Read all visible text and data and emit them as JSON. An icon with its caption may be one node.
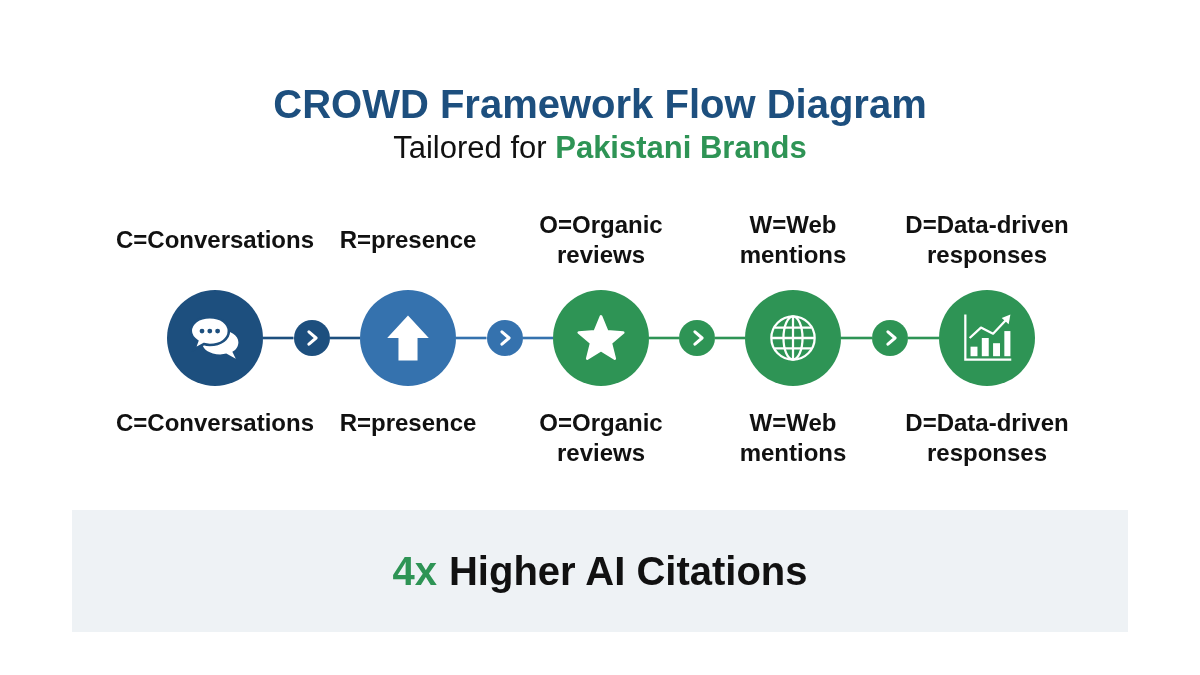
{
  "diagram": {
    "title": "CROWD Framework Flow Diagram",
    "nodes": [
      {
        "text": [],
        "shape": "circle",
        "beside": [
          "C=Conversations",
          "C=Conversations"
        ]
      },
      {
        "text": [],
        "shape": "circle"
      },
      {
        "text": [],
        "shape": "circle",
        "beside": [
          "R=presence",
          "R=presence"
        ]
      },
      {
        "text": [],
        "shape": "circle"
      },
      {
        "text": [],
        "shape": "circle",
        "beside": [
          "O=Organic reviews",
          "O=Organic reviews"
        ]
      },
      {
        "text": [],
        "shape": "circle"
      },
      {
        "text": [],
        "shape": "circle",
        "beside": [
          "W=Web mentions",
          "W=Web mentions"
        ]
      },
      {
        "text": [],
        "shape": "circle"
      },
      {
        "text": [],
        "shape": "circle",
        "beside": [
          "D=Data-driven responses",
          "D=Data-driven responses"
        ]
      },
      {
        "text": [
          "4x",
          "Higher AI Citations"
        ]
      }
    ],
    "edges": [
      {
        "from": 0,
        "to": 1,
        "arrow": "none",
        "color": "#1d4f7e"
      },
      {
        "from": 1,
        "to": 2,
        "arrow": "none",
        "color": "#1d4f7e"
      },
      {
        "from": 2,
        "to": 3,
        "arrow": "none",
        "color": "#3572ae"
      },
      {
        "from": 3,
        "to": 4,
        "arrow": "none",
        "color": "#3572ae"
      },
      {
        "from": 4,
        "to": 5,
        "arrow": "none"
      },
      {
        "from": 5,
        "to": 6,
        "arrow": "none"
      },
      {
        "from": 6,
        "to": 7,
        "arrow": "none"
      },
      {
        "from": 7,
        "to": 8,
        "arrow": "none"
      }
    ],
    "labels": [
      "Tailored for **Pakistani Brands**"
    ]
  }
}
